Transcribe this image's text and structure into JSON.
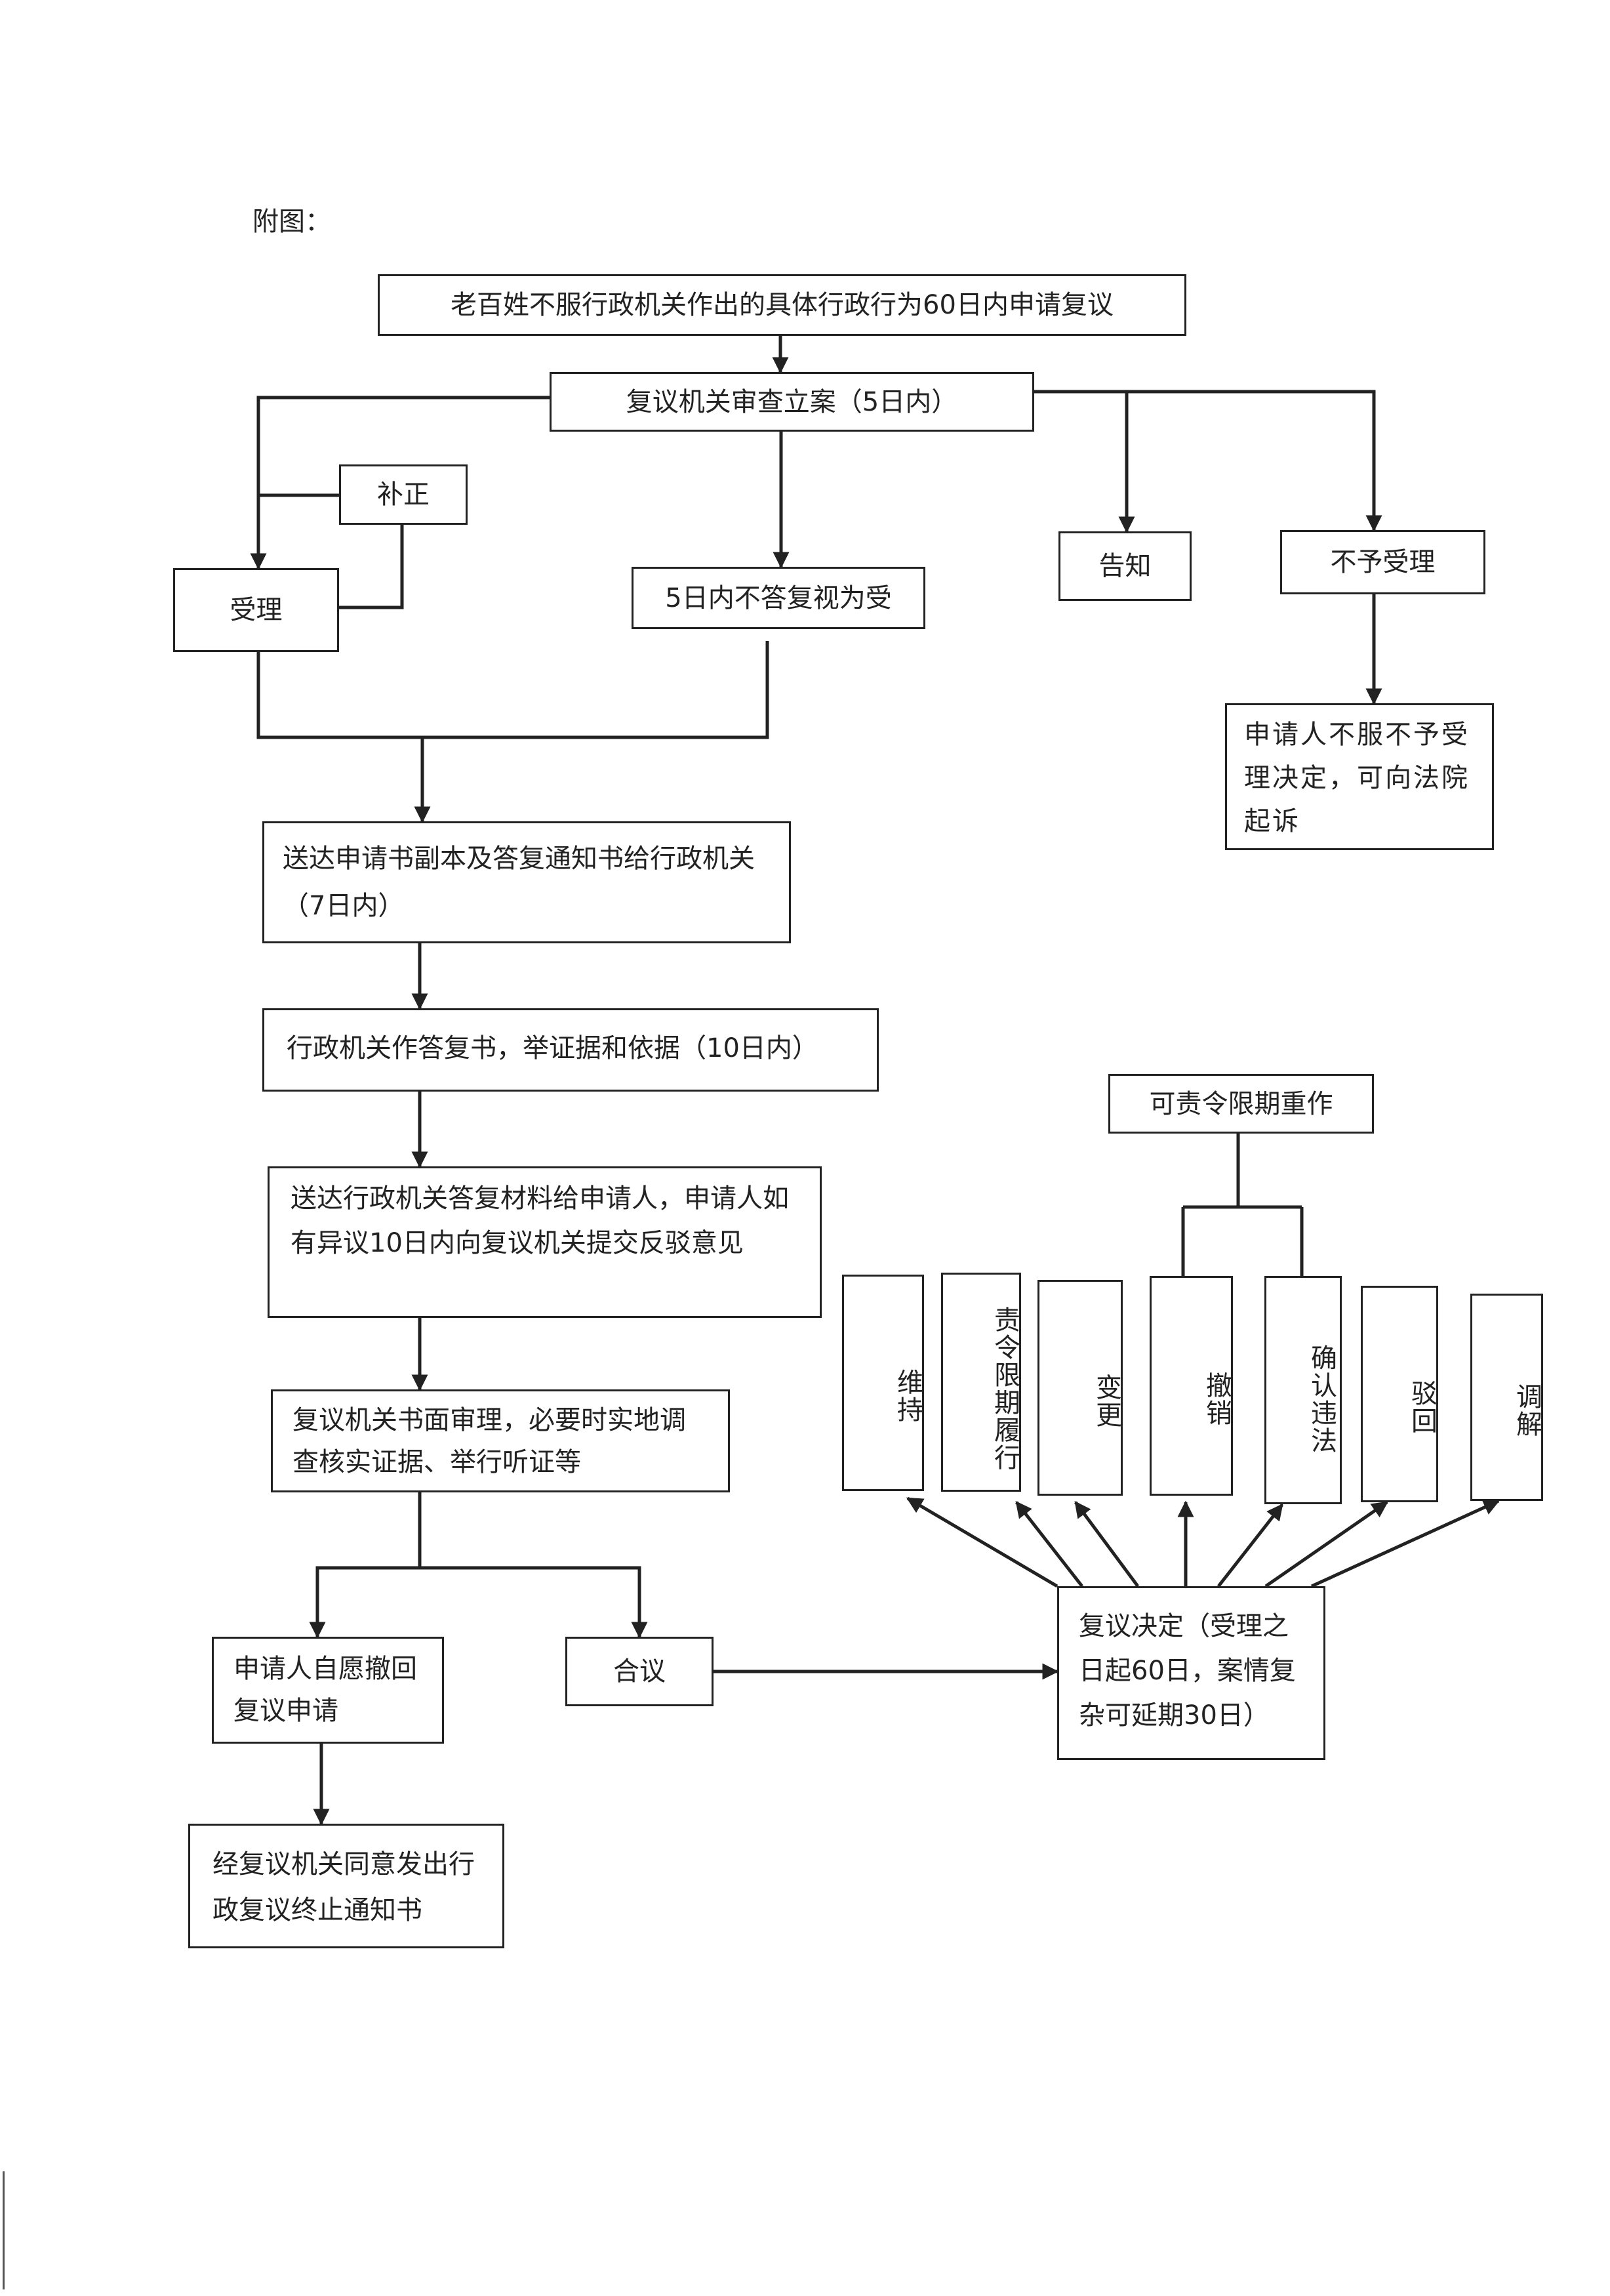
{
  "caption": "附图：",
  "nodes": {
    "start": "老百姓不服行政机关作出的具体行政行为60日内申请复议",
    "review": "复议机关审查立案（5日内）",
    "correction": "补正",
    "accept": "受理",
    "no_reply": "5日内不答复视为受",
    "notify": "告知",
    "reject": "不予受理",
    "sue": "申请人不服不予受理决定，可向法院起诉",
    "deliver_copy": "送达申请书副本及答复通知书给行政机关（7日内）",
    "agency_reply": "行政机关作答复书，举证据和依据（10日内）",
    "deliver_reply": "送达行政机关答复材料给申请人，申请人如有异议10日内向复议机关提交反驳意见",
    "written_review": "复议机关书面审理，必要时实地调查核实证据、举行听证等",
    "withdraw": "申请人自愿撤回复议申请",
    "terminate": "经复议机关同意发出行政复议终止通知书",
    "collegial": "合议",
    "decision": "复议决定（受理之日起60日，案情复杂可延期30日）",
    "redo": "可责令限期重作"
  },
  "outcomes": [
    "维持",
    "责令限期履行",
    "变更",
    "撤销",
    "确认违法",
    "驳回",
    "调解"
  ]
}
